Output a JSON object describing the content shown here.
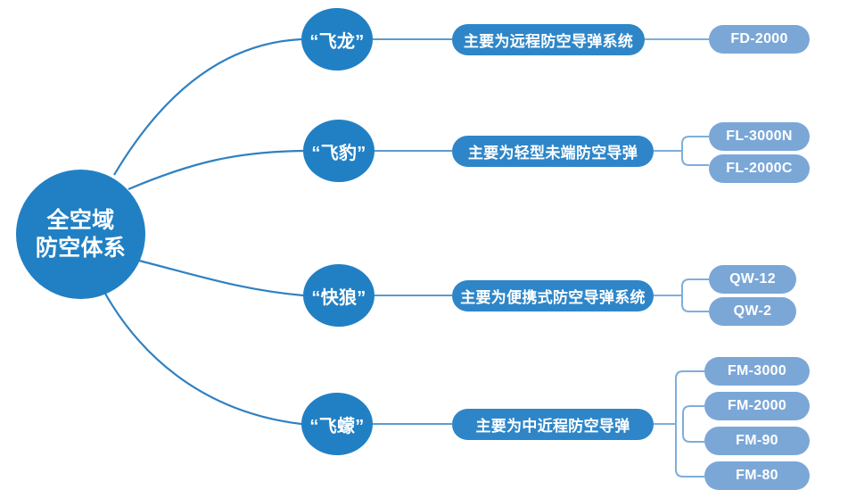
{
  "diagram": {
    "title": "全空域防空体系",
    "type": "mind-map",
    "colors": {
      "hub": "#2180c4",
      "branch": "#2180c4",
      "description": "#2e86c8",
      "leaf": "#7ba7d7",
      "edge": "#2f81c2",
      "bracket": "#7eaedb",
      "background": "#ffffff",
      "text": "#ffffff"
    },
    "root": {
      "label_line1": "全空域",
      "label_line2": "防空体系"
    },
    "branches": [
      {
        "name": "“飞龙”",
        "description": "主要为远程防空导弹系统",
        "products": [
          "FD-2000"
        ]
      },
      {
        "name": "“飞豹”",
        "description": "主要为轻型未端防空导弹",
        "products": [
          "FL-3000N",
          "FL-2000C"
        ]
      },
      {
        "name": "“快狼”",
        "description": "主要为便携式防空导弹系统",
        "products": [
          "QW-12",
          "QW-2"
        ]
      },
      {
        "name": "“飞蠓”",
        "description": "主要为中近程防空导弹",
        "products": [
          "FM-3000",
          "FM-2000",
          "FM-90",
          "FM-80"
        ]
      }
    ]
  }
}
